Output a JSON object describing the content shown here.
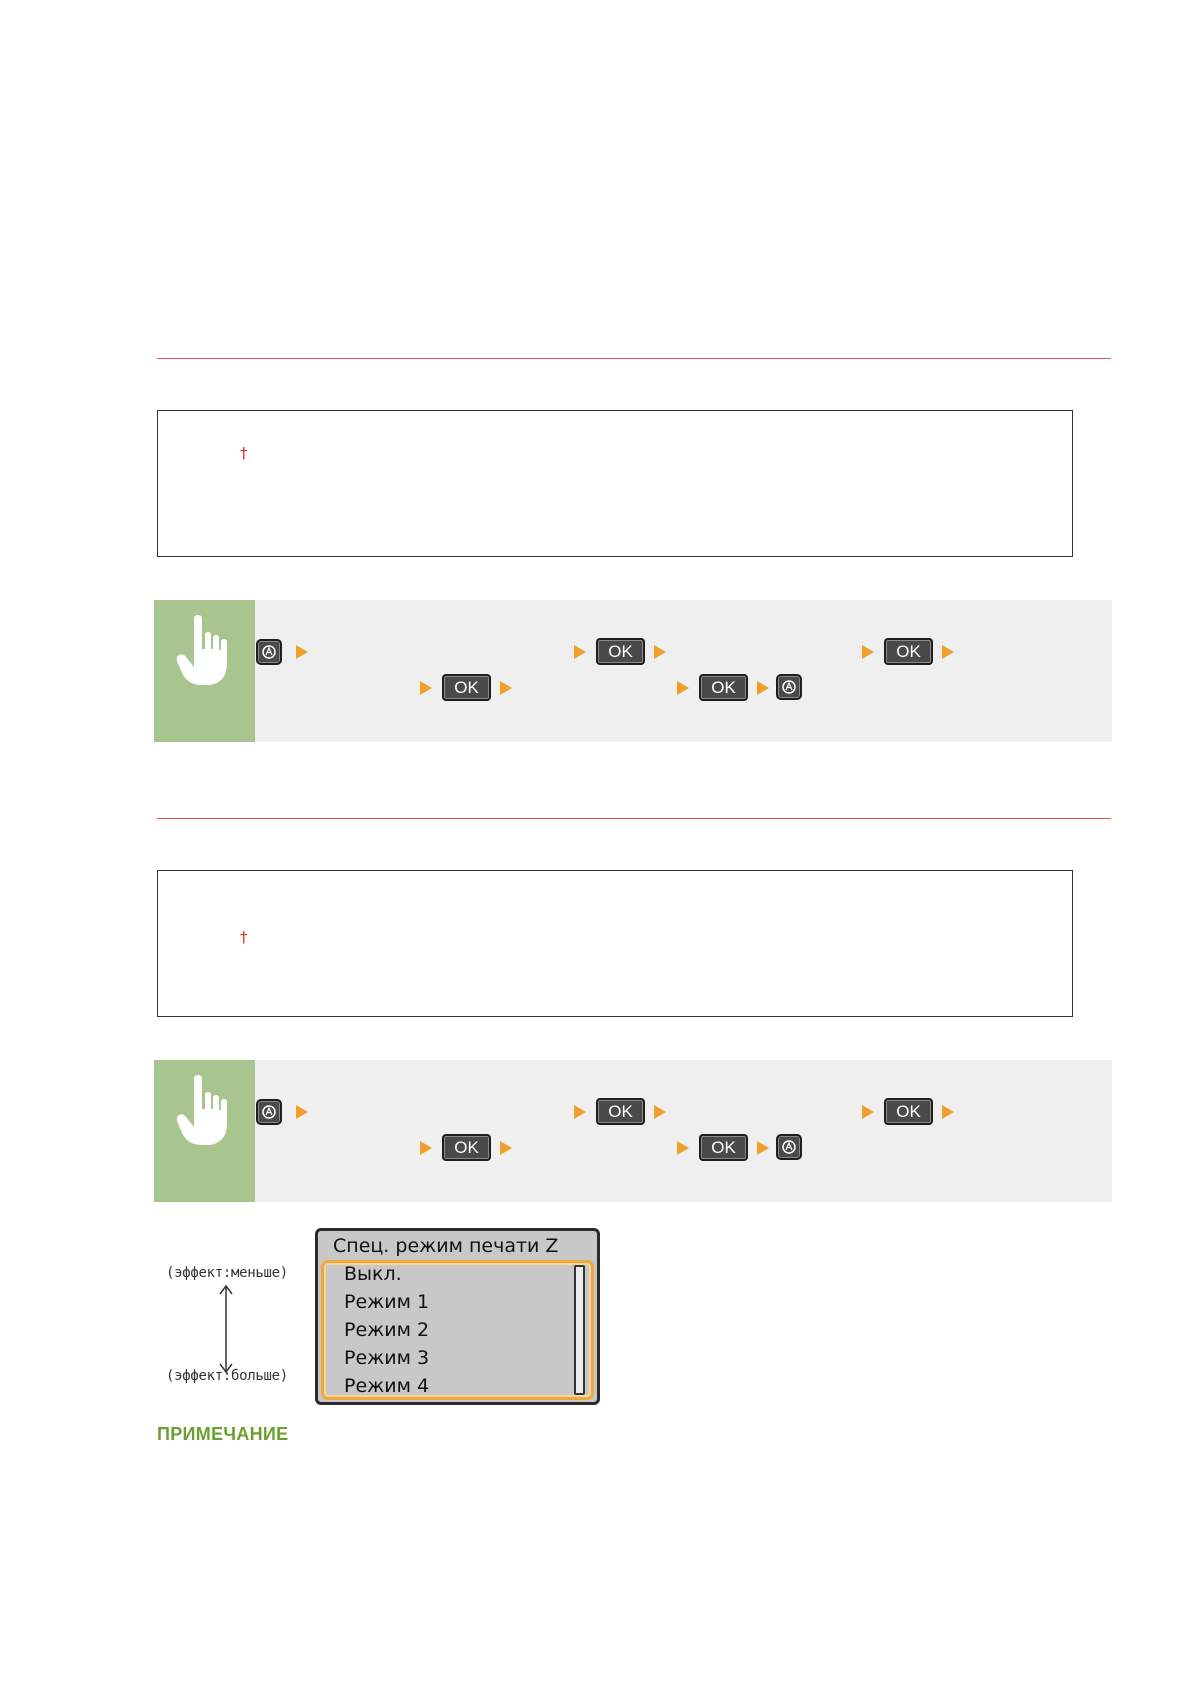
{
  "sections": [
    {
      "settings_box": {
        "default_marker": "†"
      },
      "operation": {
        "keys": [
          "menu-key",
          "OK",
          "OK",
          "OK",
          "OK",
          "menu-key"
        ]
      }
    },
    {
      "settings_box": {
        "default_marker": "†"
      },
      "operation": {
        "keys": [
          "menu-key",
          "OK",
          "OK",
          "OK",
          "OK",
          "menu-key"
        ]
      }
    }
  ],
  "ok_label": "OK",
  "colors": {
    "rule": "#e05a4f",
    "arrow": "#f0a02a",
    "hand_panel": "#a9c58f",
    "note_heading": "#6aa031",
    "lcd_highlight": "#f2a93b"
  },
  "icons": {
    "hand": "pointing-hand-icon",
    "menu_key": "menu-key-icon",
    "arrow": "orange-triangle-arrow-icon"
  },
  "illustration": {
    "scale_top": "(эффект:меньше)",
    "scale_bottom": "(эффект:больше)",
    "lcd": {
      "title": "Спец. режим печати Z",
      "options": [
        "Выкл.",
        "Режим 1",
        "Режим 2",
        "Режим 3",
        "Режим 4"
      ]
    }
  },
  "note_heading": "ПРИМЕЧАНИЕ"
}
